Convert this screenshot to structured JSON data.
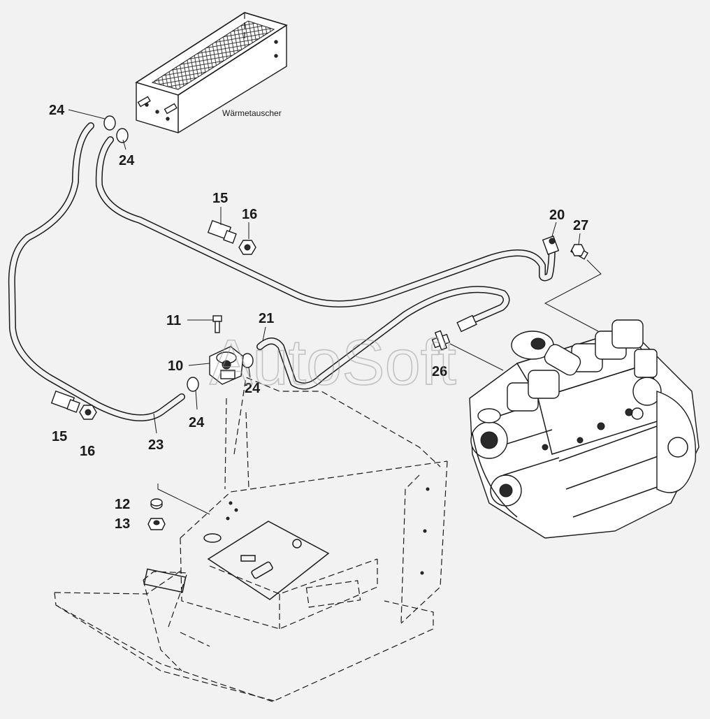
{
  "drawing": {
    "heat_exchanger_label": "Wärmetauscher",
    "watermark": "AutoSoft"
  },
  "callouts": [
    {
      "id": "c24a",
      "text": "24"
    },
    {
      "id": "c24b",
      "text": "24"
    },
    {
      "id": "c15a",
      "text": "15"
    },
    {
      "id": "c16a",
      "text": "16"
    },
    {
      "id": "c20",
      "text": "20"
    },
    {
      "id": "c27",
      "text": "27"
    },
    {
      "id": "c11",
      "text": "11"
    },
    {
      "id": "c21",
      "text": "21"
    },
    {
      "id": "c10",
      "text": "10"
    },
    {
      "id": "c26",
      "text": "26"
    },
    {
      "id": "c24c",
      "text": "24"
    },
    {
      "id": "c24d",
      "text": "24"
    },
    {
      "id": "c15b",
      "text": "15"
    },
    {
      "id": "c16b",
      "text": "16"
    },
    {
      "id": "c23",
      "text": "23"
    },
    {
      "id": "c12",
      "text": "12"
    },
    {
      "id": "c13",
      "text": "13"
    }
  ],
  "colors": {
    "background": "#f2f2f2",
    "ink": "#1a1a1a",
    "watermark": "#9a9a9a"
  }
}
